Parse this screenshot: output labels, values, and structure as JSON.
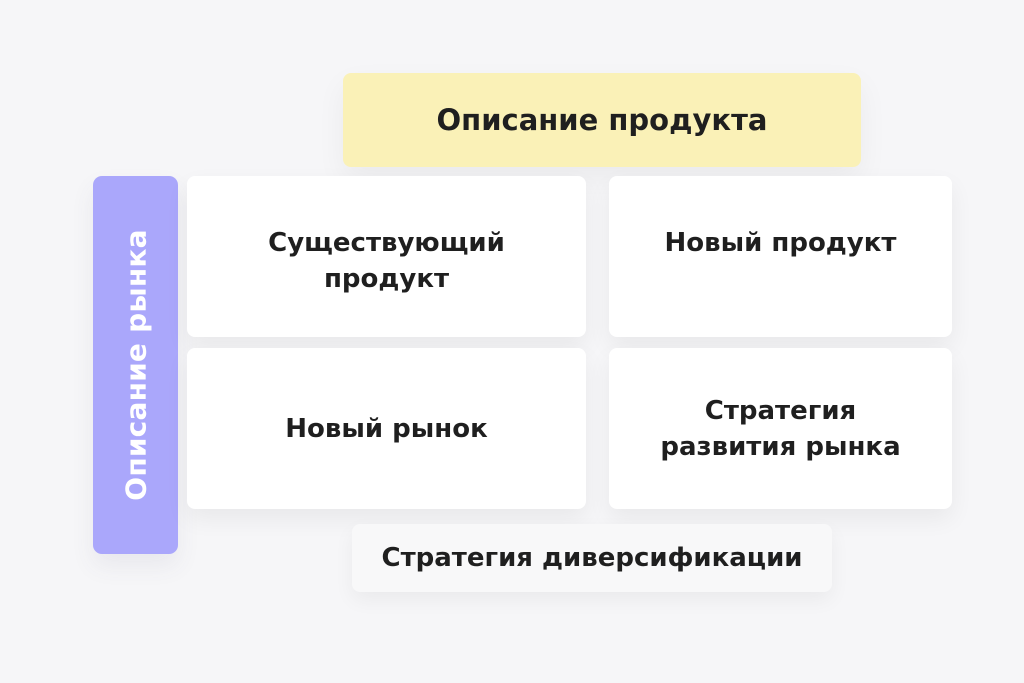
{
  "diagram": {
    "product_header": "Описание  продукта",
    "market_side_label": "Описание рынка",
    "matrix": [
      "Существующий\nпродукт",
      "Новый продукт",
      "Новый рынок",
      "Стратегия\nразвития рынка"
    ],
    "footer_strategy": "Стратегия диверсификации",
    "colors": {
      "background": "#f6f6f8",
      "header_fill": "#faf1b7",
      "side_fill": "#aaa7fb",
      "cell_fill": "#ffffff",
      "text": "#1f1f1f",
      "side_text": "#ffffff"
    }
  }
}
